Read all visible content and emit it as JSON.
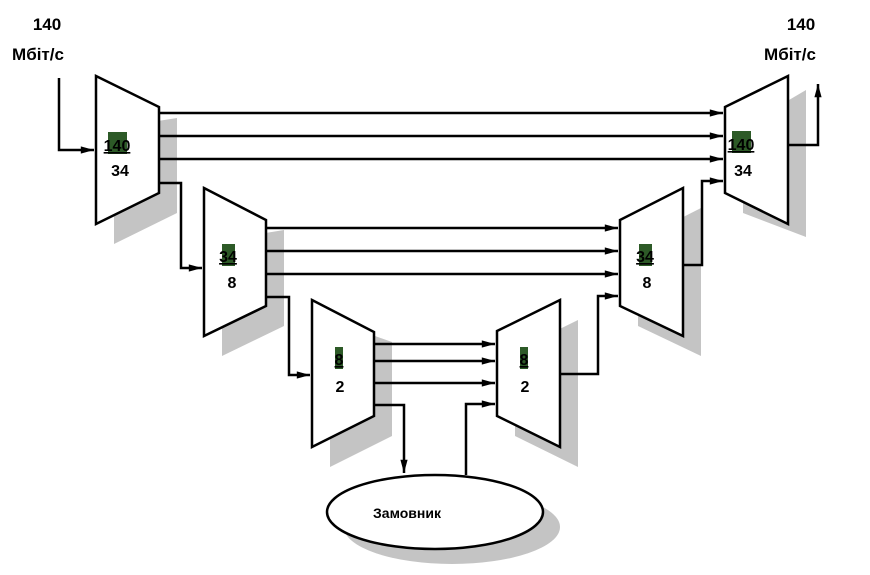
{
  "input_label": {
    "rate": "140",
    "unit": "Мбіт/с"
  },
  "output_label": {
    "rate": "140",
    "unit": "Мбіт/с"
  },
  "demux": [
    {
      "top": "140",
      "bottom": "34"
    },
    {
      "top": "34",
      "bottom": "8"
    },
    {
      "top": "8",
      "bottom": "2"
    }
  ],
  "mux": [
    {
      "top": "8",
      "bottom": "2"
    },
    {
      "top": "34",
      "bottom": "8"
    },
    {
      "top": "140",
      "bottom": "34"
    }
  ],
  "customer": {
    "label": "Замовник"
  },
  "colors": {
    "highlight": "#2d5a27",
    "shadow": "#c4c4c4"
  }
}
